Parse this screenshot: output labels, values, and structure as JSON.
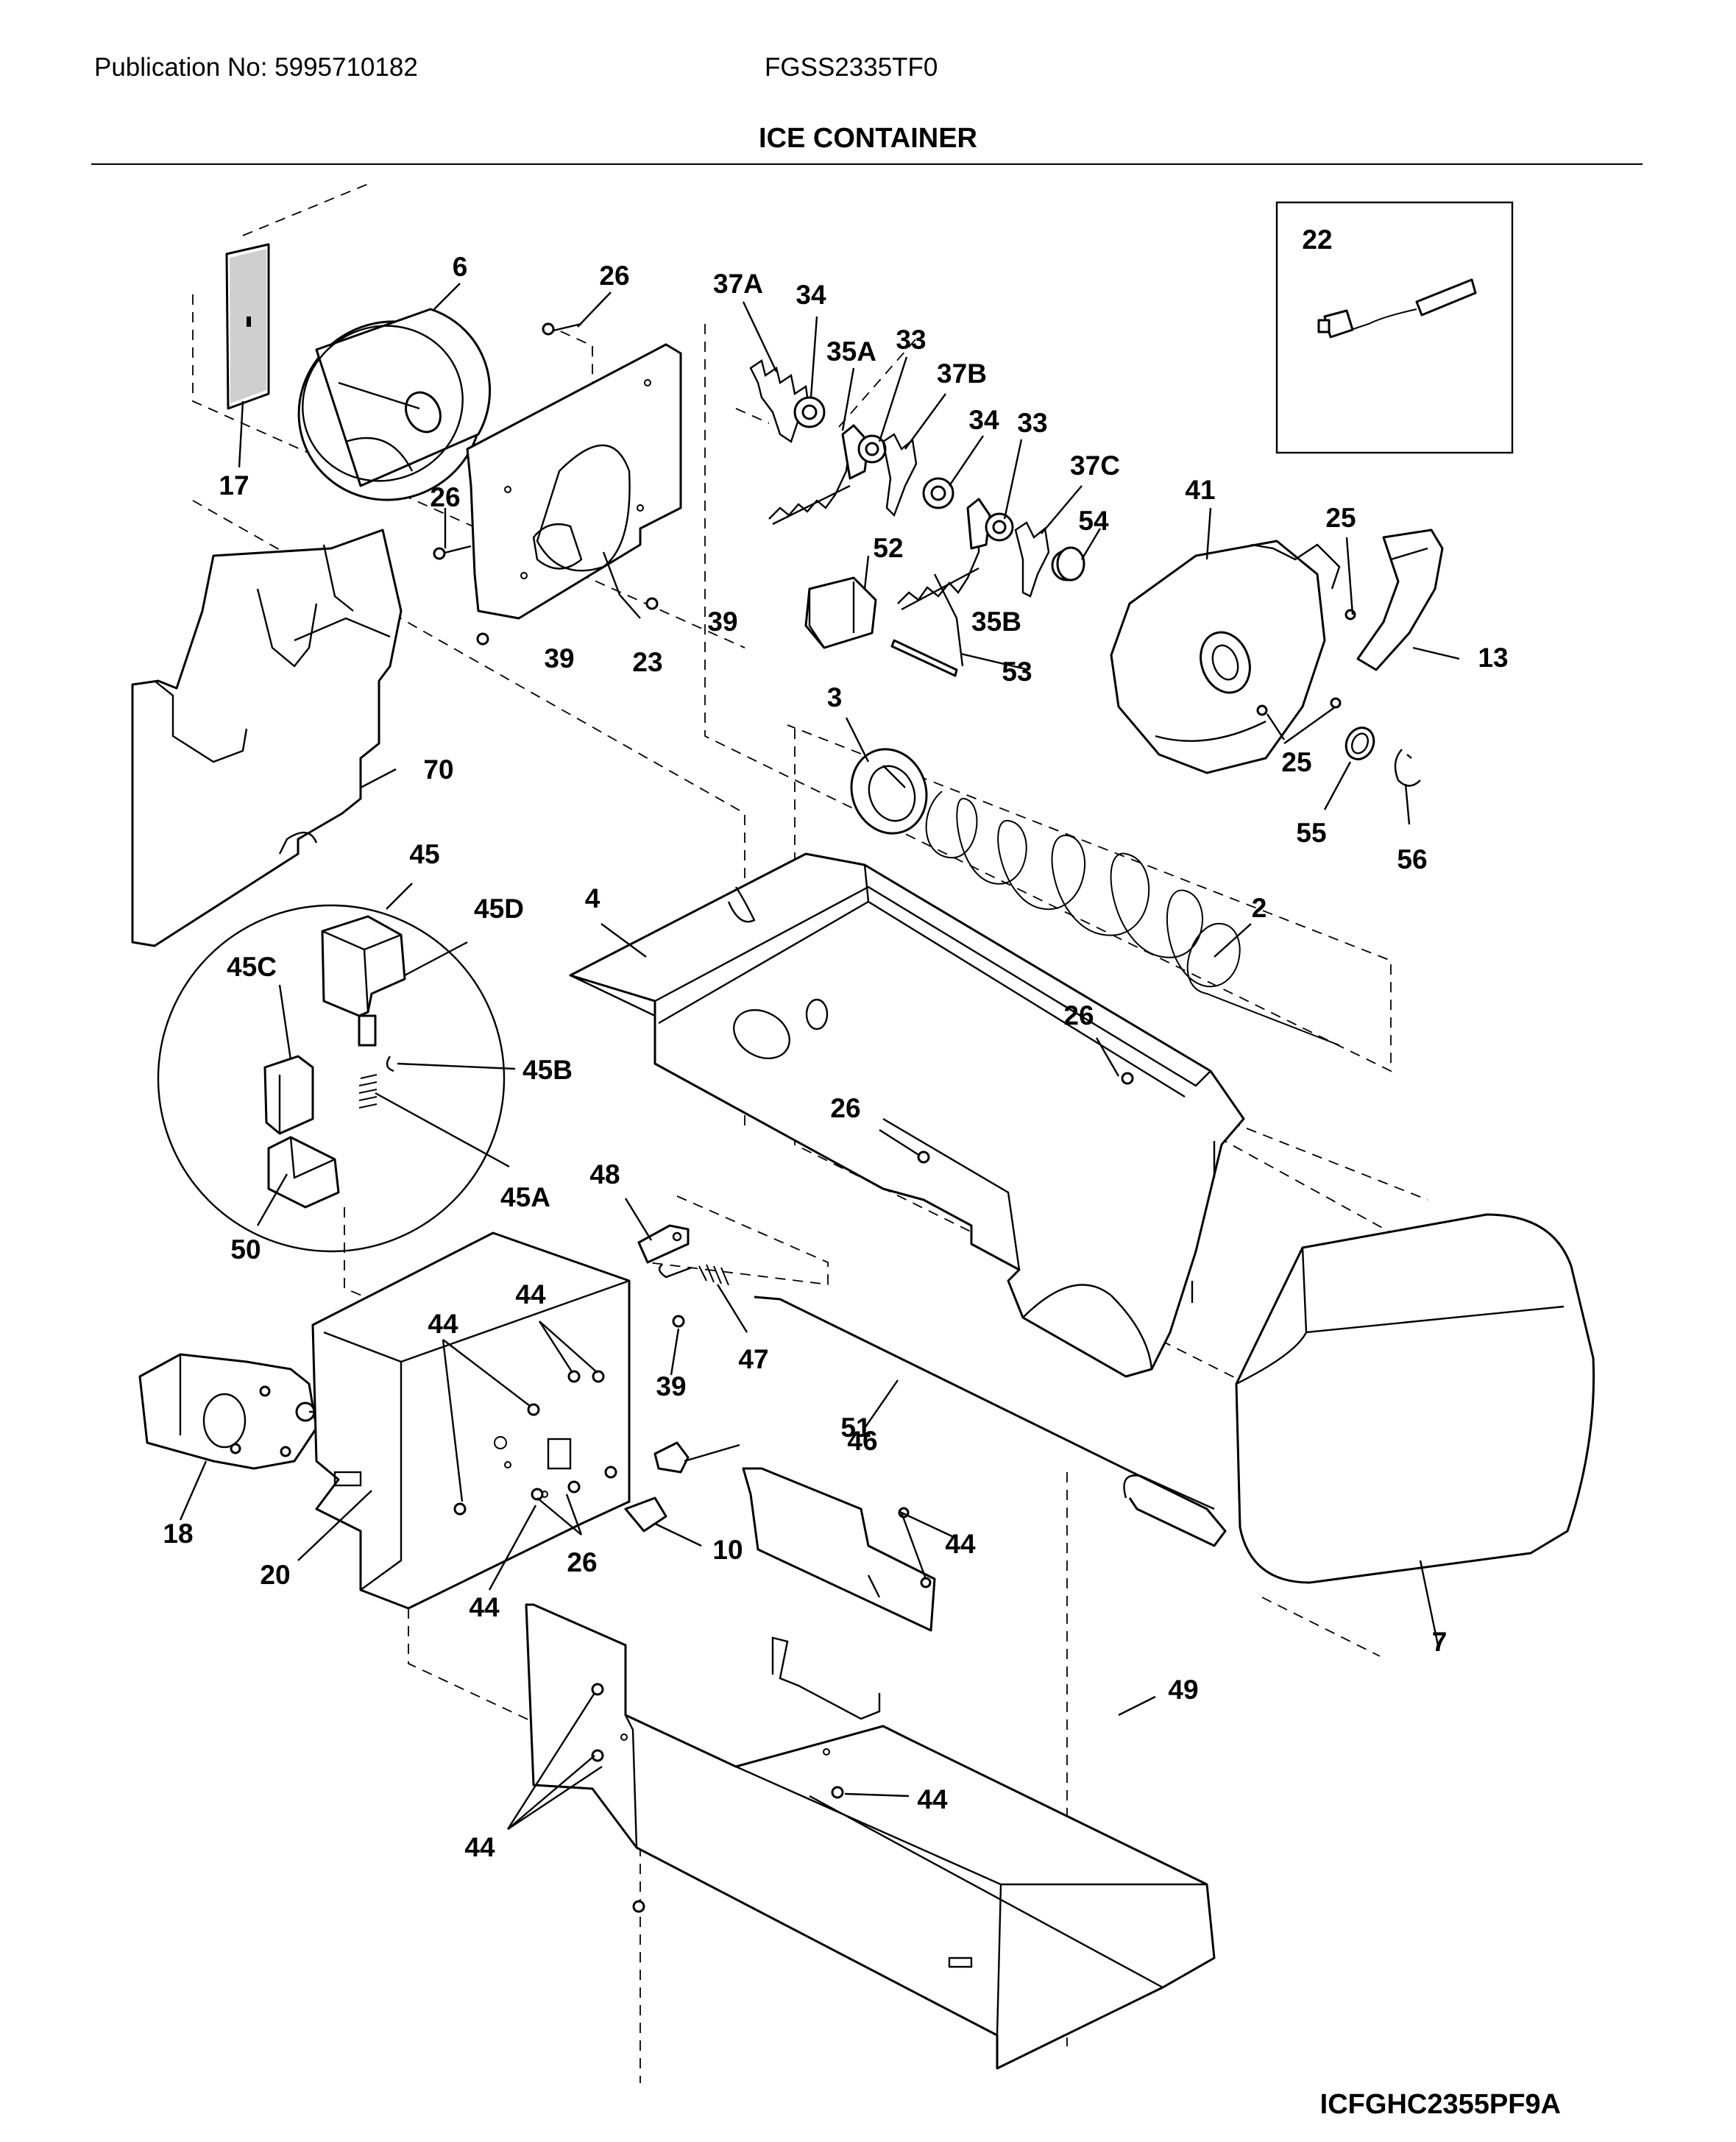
{
  "header": {
    "publication": "Publication No: 5995710182",
    "model": "FGSS2335TF0",
    "section_title": "ICE CONTAINER"
  },
  "footer": {
    "diagram_code": "ICFGHC2355PF9A"
  },
  "callouts": [
    "6",
    "26",
    "37A",
    "34",
    "35A",
    "33",
    "37B",
    "34",
    "33",
    "37C",
    "22",
    "17",
    "26",
    "41",
    "25",
    "54",
    "52",
    "39",
    "39",
    "23",
    "35B",
    "53",
    "13",
    "3",
    "25",
    "70",
    "55",
    "56",
    "45",
    "45D",
    "4",
    "2",
    "45C",
    "26",
    "45B",
    "26",
    "45A",
    "48",
    "50",
    "44",
    "44",
    "47",
    "39",
    "51",
    "46",
    "18",
    "44",
    "10",
    "20",
    "26",
    "44",
    "7",
    "49",
    "44",
    "44"
  ]
}
